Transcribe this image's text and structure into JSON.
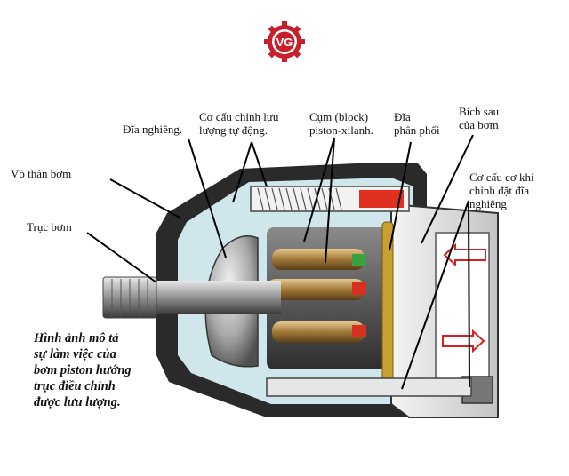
{
  "brand": {
    "logo_text": "VG",
    "logo_colors": [
      "#c8202a",
      "#ffffff"
    ]
  },
  "labels": {
    "swash_plate": "Đĩa nghiêng.",
    "auto_flow_mechanism_line1": "Cơ cấu chỉnh lưu",
    "auto_flow_mechanism_line2": "lượng tự động.",
    "piston_block_line1": "Cụm (block)",
    "piston_block_line2": "piston-xilanh.",
    "distribution_plate_line1": "Đĩa",
    "distribution_plate_line2": "phân phối",
    "rear_flange_line1": "Bích sau",
    "rear_flange_line2": "của bơm",
    "pump_housing": "Vỏ thân bơm",
    "pump_shaft": "Trục bơm",
    "mech_adjust_line1": "Cơ cấu cơ khí",
    "mech_adjust_line2": "chỉnh đặt đĩa",
    "mech_adjust_line3": "nghiêng"
  },
  "caption": {
    "line1": "Hình ảnh mô tả",
    "line2": "sự làm việc của",
    "line3": "bơm piston hướng",
    "line4": "trục điều chỉnh",
    "line5": "được lưu lượng."
  },
  "colors": {
    "housing": "#2a2a2a",
    "interior": "#cfe6ea",
    "piston_bronze": "#b08a4a",
    "valve_plate_gold": "#c8a030",
    "spring_red": "#e03020",
    "arrow_red": "#d82020"
  }
}
